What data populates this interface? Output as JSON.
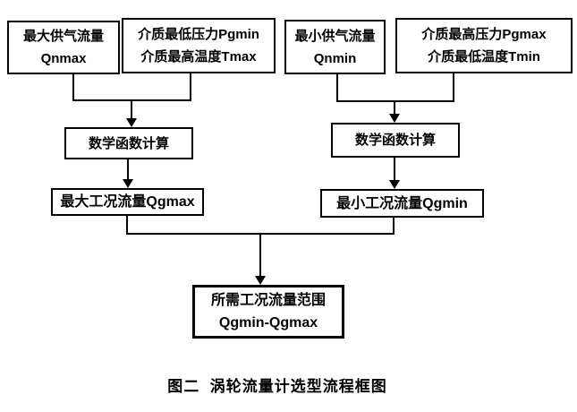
{
  "diagram": {
    "nodes": {
      "qnmax": {
        "line1": "最大供气流量",
        "line2": "Qnmax"
      },
      "pgmin_tmax": {
        "line1": "介质最低压力Pgmin",
        "line2": "介质最高温度Tmax"
      },
      "qnmin": {
        "line1": "最小供气流量",
        "line2": "Qnmin"
      },
      "pgmax_tmin": {
        "line1": "介质最高压力Pgmax",
        "line2": "介质最低温度Tmin"
      },
      "calc_left": {
        "line1": "数学函数计算"
      },
      "calc_right": {
        "line1": "数学函数计算"
      },
      "qgmax": {
        "line1": "最大工况流量Qgmax"
      },
      "qgmin": {
        "line1": "最小工况流量Qgmin"
      },
      "result": {
        "line1": "所需工况流量范围",
        "line2": "Qgmin-Qgmax"
      }
    },
    "caption": "图二  涡轮流量计选型流程框图",
    "colors": {
      "line": "#000000",
      "text": "#000000",
      "background": "#ffffff",
      "box_border": "#000000"
    }
  }
}
